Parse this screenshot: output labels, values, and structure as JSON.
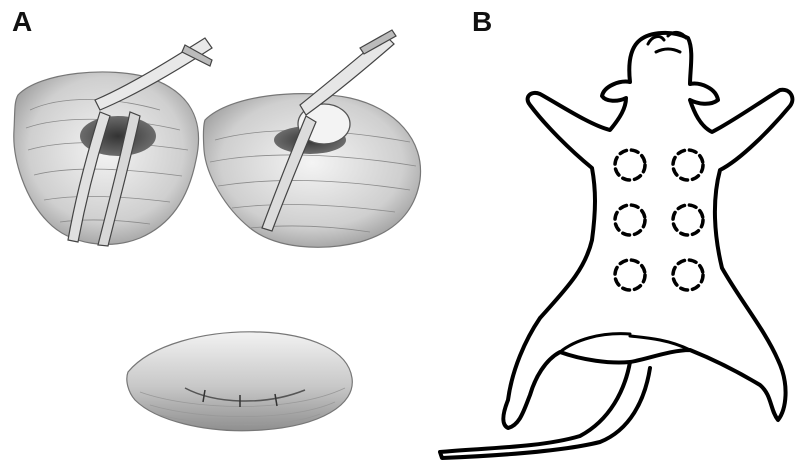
{
  "panels": {
    "a": {
      "label": "A"
    },
    "b": {
      "label": "B"
    }
  },
  "implant_sites": {
    "count": 6,
    "rows": 3,
    "columns": 2
  }
}
